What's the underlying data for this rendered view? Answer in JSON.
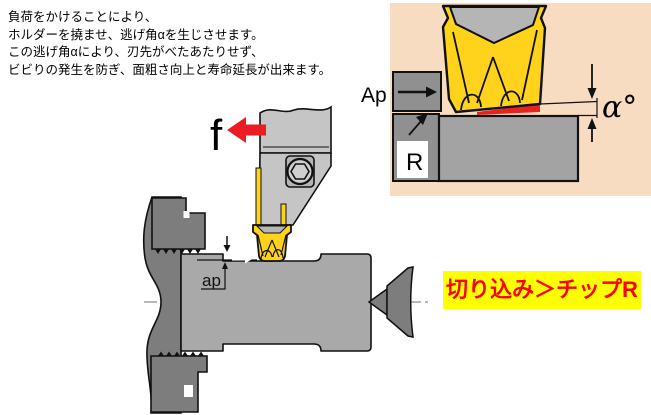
{
  "description": {
    "lines": [
      "負荷をかけることにより、",
      "ホルダーを撓ませ、逃げ角αを生じさせます。",
      "この逃げ角αにより、刃先がべたあたりせず、",
      "ビビりの発生を防ぎ、面粗さ向上と寿命延長が出来ます。"
    ]
  },
  "main_diagram": {
    "feed_arrow_label": "f",
    "depth_of_cut_label": "ap"
  },
  "detail_diagram": {
    "infeed_label": "Ap",
    "corner_radius_label": "R",
    "relief_angle_label": "α°"
  },
  "callout": {
    "text": "切り込み＞チップR"
  },
  "colors": {
    "insert_yellow": "#ffd21c",
    "holder_gray": "#c5c5c5",
    "shaft_gray": "#a9a9a9",
    "chuck_gray": "#7d7d7d",
    "detail_background": "#f8dcc2",
    "detail_block_gray": "#909090",
    "contact_red": "#e8231f",
    "feed_arrow_red": "#ec1c24",
    "callout_background": "#ffff00",
    "callout_text": "#ff0000"
  }
}
